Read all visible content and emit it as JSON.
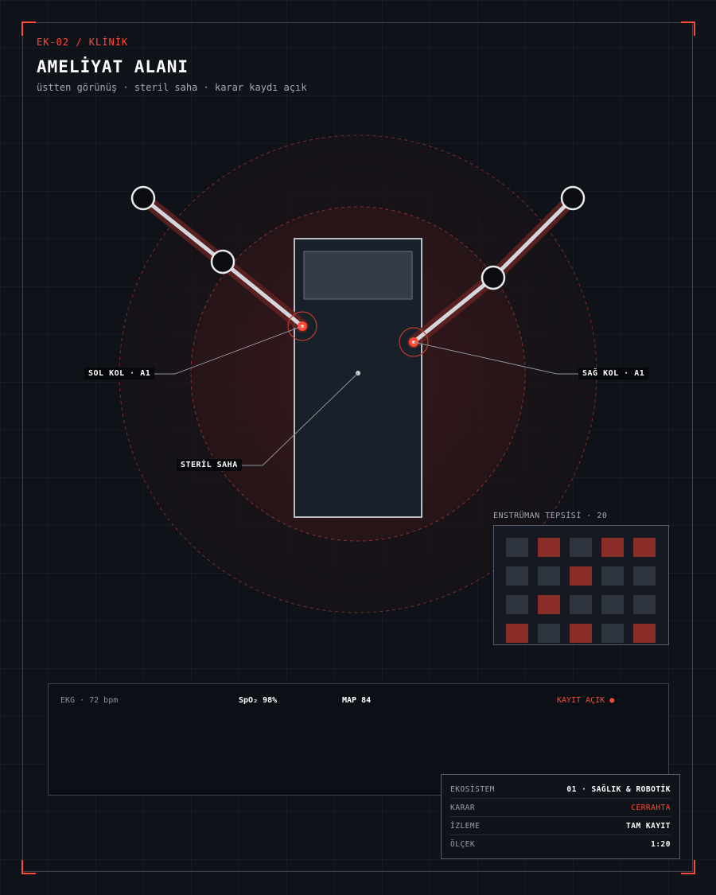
{
  "header": {
    "eyebrow": "EK-02 / KLİNİK",
    "title": "AMELİYAT ALANI",
    "subtitle": "üstten görünüş · steril saha · karar kaydı açık"
  },
  "labels": {
    "left_arm": "SOL KOL · A1",
    "right_arm": "SAĞ KOL · A1",
    "sterile_field": "STERİL SAHA"
  },
  "tray": {
    "label": "ENSTRÜMAN TEPSİSİ · 20",
    "rows": [
      [
        "gray",
        "red",
        "gray",
        "red",
        "red"
      ],
      [
        "gray",
        "gray",
        "red",
        "gray",
        "gray"
      ],
      [
        "gray",
        "red",
        "gray",
        "gray",
        "gray"
      ],
      [
        "red",
        "gray",
        "red",
        "gray",
        "red"
      ]
    ]
  },
  "monitor": {
    "ekg": "EKG · 72 bpm",
    "spo2": "SpO₂ 98%",
    "map": "MAP 84",
    "record": "KAYIT AÇIK ●"
  },
  "info": {
    "rows": [
      {
        "key": "EKOSİSTEM",
        "value": "01 · SAĞLIK & ROBOTİK"
      },
      {
        "key": "KARAR",
        "value": "CERRAHTA"
      },
      {
        "key": "İZLEME",
        "value": "TAM KAYIT"
      },
      {
        "key": "ÖLÇEK",
        "value": "1:20"
      }
    ]
  },
  "colors": {
    "accent": "#ff4a35",
    "tray_red": "#8a2d26",
    "tray_gray": "#2e343d"
  }
}
